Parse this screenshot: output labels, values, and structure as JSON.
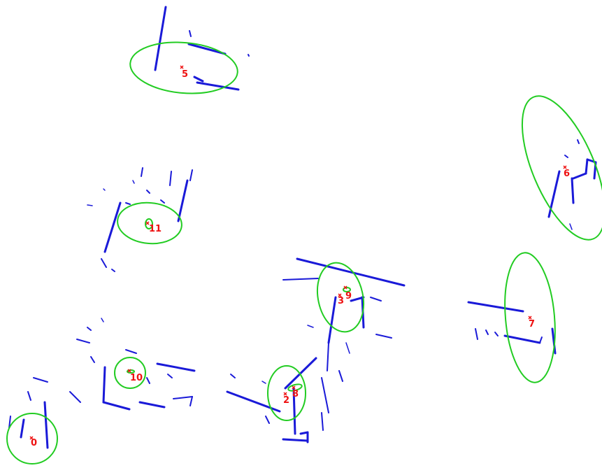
{
  "colors": {
    "background": "#ffffff",
    "scan": "#1a1ad8",
    "ellipse": "#22cc22",
    "label": "#ee1111"
  },
  "nodes": [
    {
      "id": "0",
      "label": "0"
    },
    {
      "id": "2",
      "label": "2"
    },
    {
      "id": "3",
      "label": "3"
    },
    {
      "id": "5",
      "label": "5"
    },
    {
      "id": "6",
      "label": "6"
    },
    {
      "id": "7",
      "label": "7"
    },
    {
      "id": "8",
      "label": "8"
    },
    {
      "id": "9",
      "label": "9"
    },
    {
      "id": "10",
      "label": "10"
    },
    {
      "id": "11",
      "label": "11"
    }
  ]
}
